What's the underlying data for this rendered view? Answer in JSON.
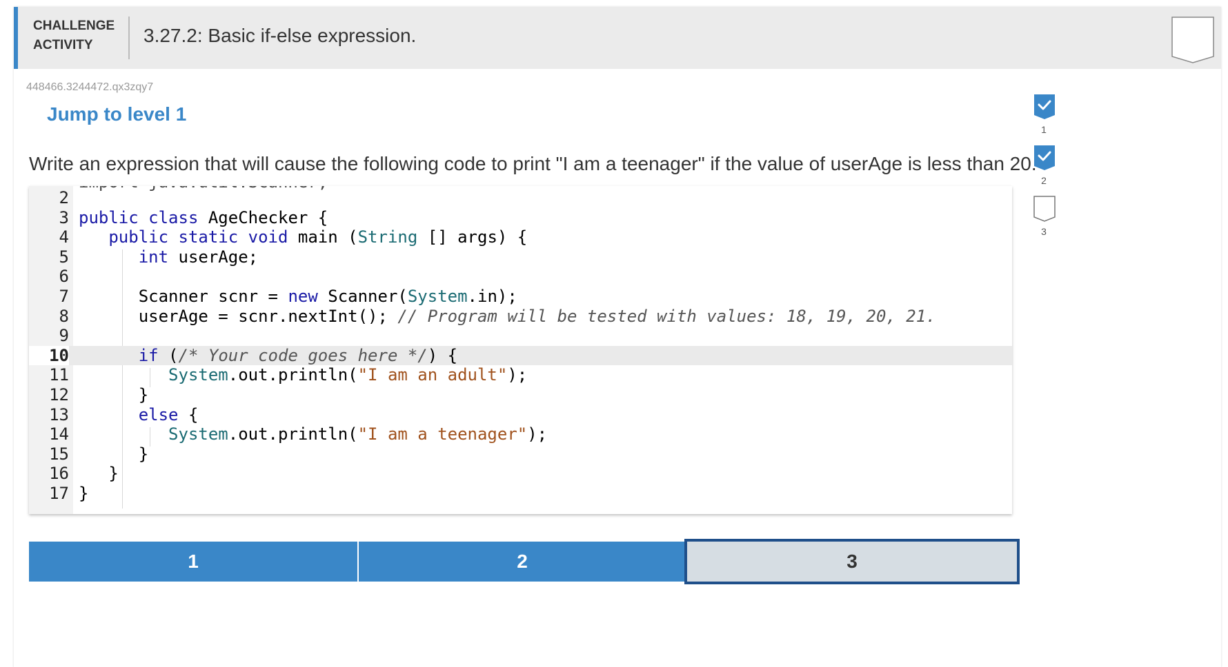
{
  "header": {
    "tag_line1": "CHALLENGE",
    "tag_line2": "ACTIVITY",
    "title": "3.27.2: Basic if-else expression."
  },
  "activity_id": "448466.3244472.qx3zqy7",
  "jump_label": "Jump to level 1",
  "prompt": "Write an expression that will cause the following code to print \"I am a teenager\" if the value of userAge is less than 20.",
  "code": {
    "line_numbers": [
      "2",
      "3",
      "4",
      "5",
      "6",
      "7",
      "8",
      "9",
      "10",
      "11",
      "12",
      "13",
      "14",
      "15",
      "16",
      "17"
    ],
    "active_line": "10",
    "comment_line8": "// Program will be tested with values: 18, 19, 20, 21.",
    "placeholder_comment": "/* Your code goes here */",
    "string_adult": "\"I am an adult\"",
    "string_teen": "\"I am a teenager\"",
    "class_name": "AgeChecker"
  },
  "sidebar": {
    "levels": [
      {
        "num": "1",
        "status": "complete"
      },
      {
        "num": "2",
        "status": "complete"
      },
      {
        "num": "3",
        "status": "incomplete"
      }
    ]
  },
  "level_buttons": [
    {
      "label": "1",
      "state": "done"
    },
    {
      "label": "2",
      "state": "done"
    },
    {
      "label": "3",
      "state": "current"
    }
  ],
  "colors": {
    "accent": "#3a87c8",
    "current_border": "#1f4f8a",
    "header_bg": "#ebebeb"
  }
}
